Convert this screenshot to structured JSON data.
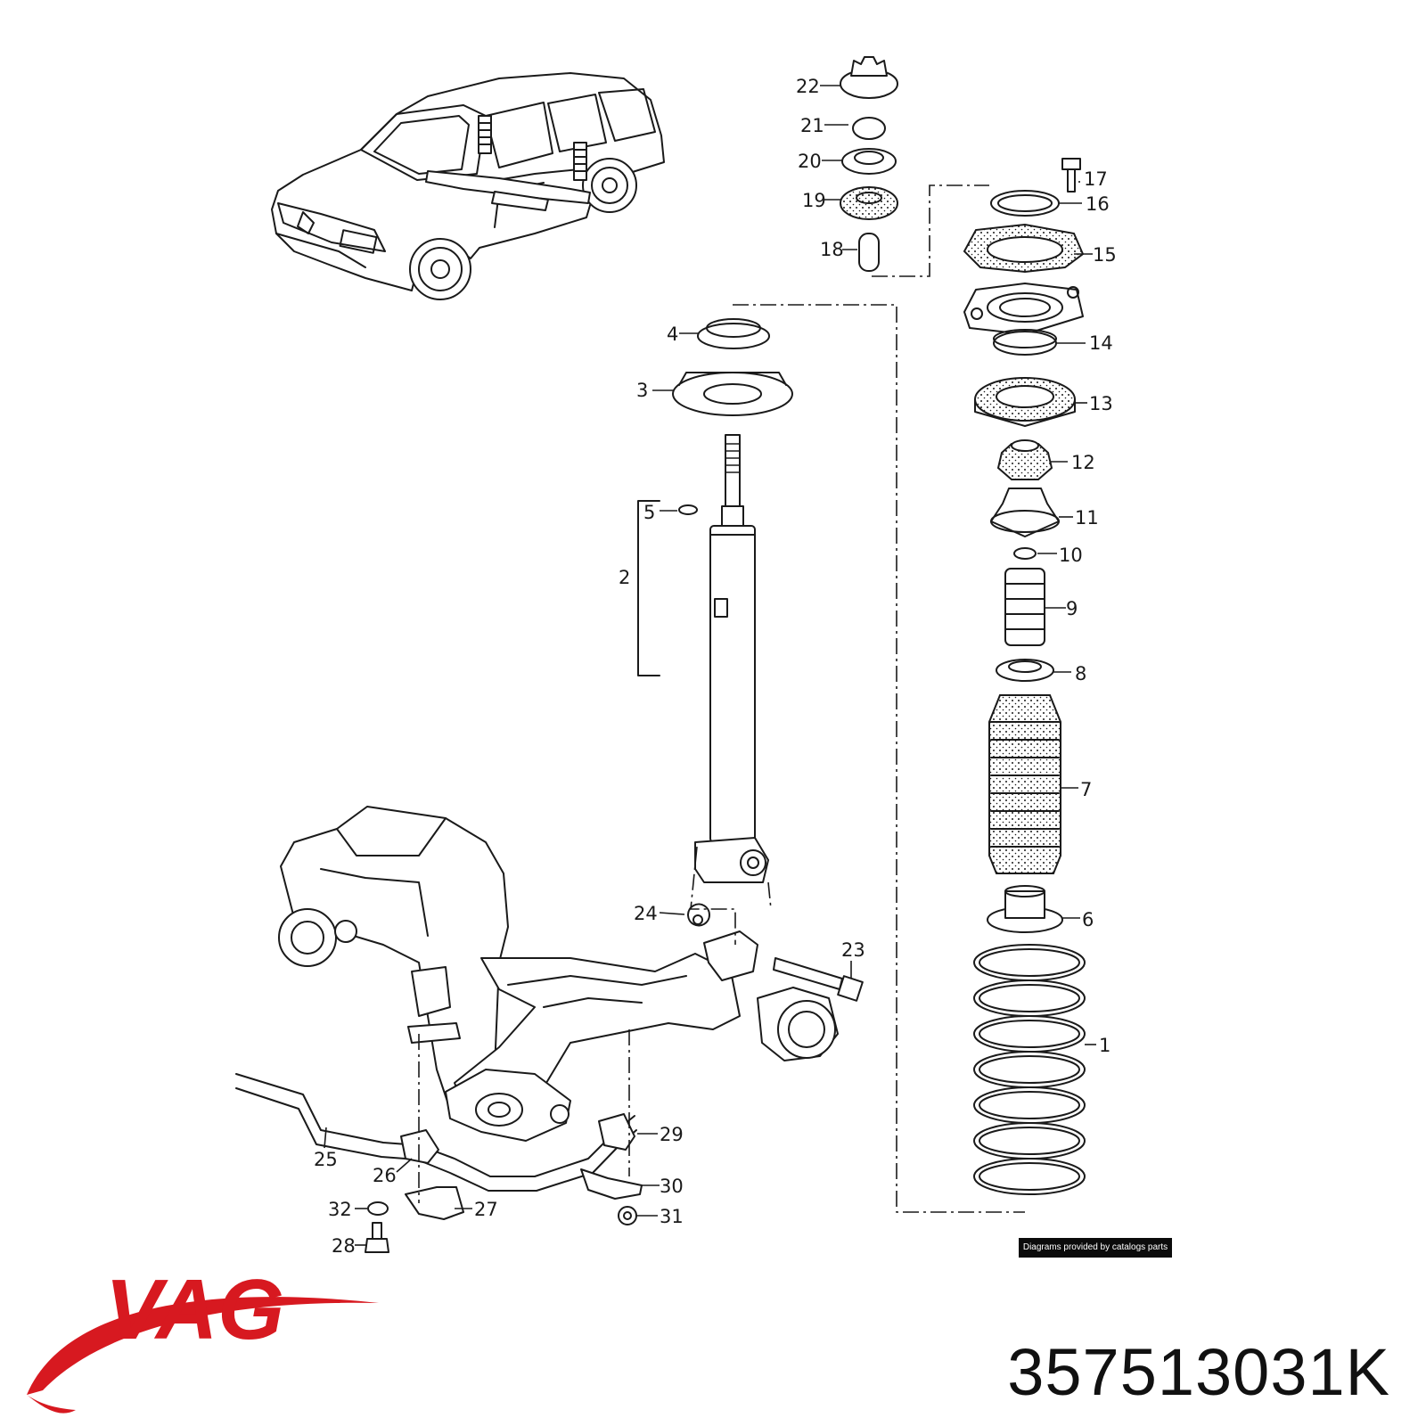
{
  "brand": {
    "logo_text": "VAG",
    "logo_color": "#d71920"
  },
  "part_number": "357513031K",
  "credit": "Diagrams provided by catalogs parts",
  "callouts": [
    "1",
    "2",
    "3",
    "4",
    "5",
    "6",
    "7",
    "8",
    "9",
    "10",
    "11",
    "12",
    "13",
    "14",
    "15",
    "16",
    "17",
    "18",
    "19",
    "20",
    "21",
    "22",
    "23",
    "24",
    "25",
    "26",
    "27",
    "28",
    "29",
    "30",
    "31",
    "32"
  ],
  "colors": {
    "line": "#1a1a1a",
    "credit_background": "#0b0b0b"
  }
}
